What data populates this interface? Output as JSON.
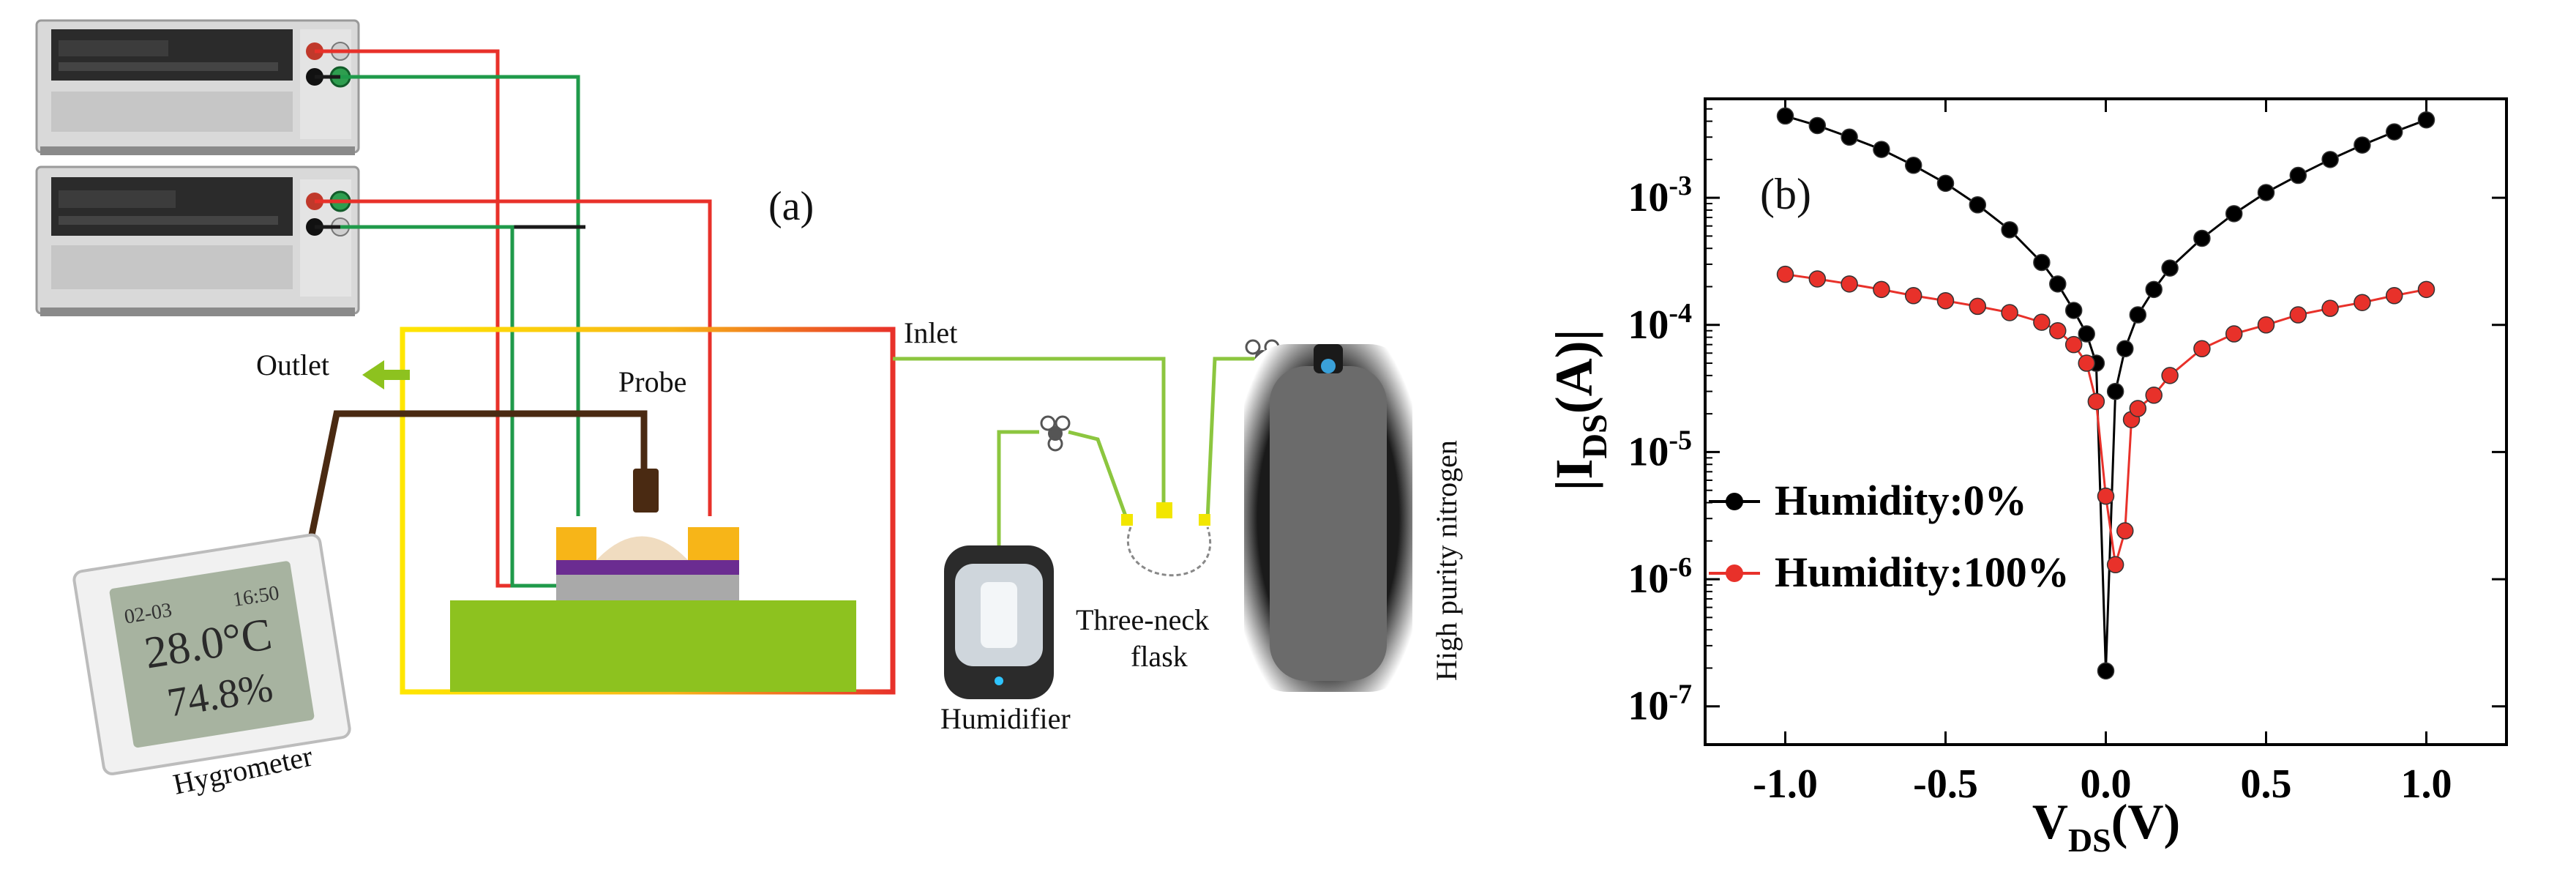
{
  "panel_a": {
    "label": "(a)",
    "labels": {
      "outlet": "Outlet",
      "inlet": "Inlet",
      "probe": "Probe",
      "hygrometer": "Hygrometer",
      "humidifier": "Humidifier",
      "flask_line1": "Three-neck",
      "flask_line2": "flask",
      "nitrogen": "High purity nitrogen"
    },
    "hygrometer_display": {
      "temperature": "28.0°C",
      "humidity": "74.8%",
      "date": "02-03",
      "time": "16:50"
    },
    "colors": {
      "wire_red": "#e8312a",
      "wire_green": "#1f9a4a",
      "wire_black": "#1a1a1a",
      "gas_line": "#8cc63f",
      "stage": "#8dc21f",
      "electrode": "#f7b518",
      "substrate_layer": "#6b2c91",
      "probe": "#4a2a12",
      "chamber_yellow": "#ffe600",
      "chamber_red": "#e8312a"
    }
  },
  "chart_data": {
    "type": "scatter",
    "panel_label": "(b)",
    "xlabel": "V_DS(V)",
    "ylabel": "|I_DS(A)|",
    "yscale": "log",
    "xlim": [
      -1.25,
      1.25
    ],
    "ylim": [
      5e-08,
      0.006
    ],
    "x_ticks": [
      "-1.0",
      "-0.5",
      "0.0",
      "0.5",
      "1.0"
    ],
    "y_ticks": [
      "10^-7",
      "10^-6",
      "10^-5",
      "10^-4",
      "10^-3"
    ],
    "legend_position": "center-left",
    "series": [
      {
        "name": "Humidity:0%",
        "color": "#000000",
        "points": [
          [
            -1.0,
            0.0044
          ],
          [
            -0.9,
            0.0037
          ],
          [
            -0.8,
            0.003
          ],
          [
            -0.7,
            0.0024
          ],
          [
            -0.6,
            0.0018
          ],
          [
            -0.5,
            0.0013
          ],
          [
            -0.4,
            0.00088
          ],
          [
            -0.3,
            0.00056
          ],
          [
            -0.2,
            0.00031
          ],
          [
            -0.15,
            0.00021
          ],
          [
            -0.1,
            0.00013
          ],
          [
            -0.06,
            8.5e-05
          ],
          [
            -0.03,
            5e-05
          ],
          [
            0.0,
            1.9e-07
          ],
          [
            0.03,
            3e-05
          ],
          [
            0.06,
            6.5e-05
          ],
          [
            0.1,
            0.00012
          ],
          [
            0.15,
            0.00019
          ],
          [
            0.2,
            0.00028
          ],
          [
            0.3,
            0.00048
          ],
          [
            0.4,
            0.00075
          ],
          [
            0.5,
            0.0011
          ],
          [
            0.6,
            0.0015
          ],
          [
            0.7,
            0.002
          ],
          [
            0.8,
            0.0026
          ],
          [
            0.9,
            0.0033
          ],
          [
            1.0,
            0.0041
          ]
        ]
      },
      {
        "name": "Humidity:100%",
        "color": "#e8312a",
        "points": [
          [
            -1.0,
            0.00025
          ],
          [
            -0.9,
            0.00023
          ],
          [
            -0.8,
            0.00021
          ],
          [
            -0.7,
            0.00019
          ],
          [
            -0.6,
            0.00017
          ],
          [
            -0.5,
            0.000155
          ],
          [
            -0.4,
            0.00014
          ],
          [
            -0.3,
            0.000125
          ],
          [
            -0.2,
            0.000105
          ],
          [
            -0.15,
            9e-05
          ],
          [
            -0.1,
            7e-05
          ],
          [
            -0.06,
            5e-05
          ],
          [
            -0.03,
            2.5e-05
          ],
          [
            0.0,
            4.5e-06
          ],
          [
            0.03,
            1.3e-06
          ],
          [
            0.06,
            2.4e-06
          ],
          [
            0.08,
            1.8e-05
          ],
          [
            0.1,
            2.2e-05
          ],
          [
            0.15,
            2.8e-05
          ],
          [
            0.2,
            4e-05
          ],
          [
            0.3,
            6.5e-05
          ],
          [
            0.4,
            8.5e-05
          ],
          [
            0.5,
            0.0001
          ],
          [
            0.6,
            0.00012
          ],
          [
            0.7,
            0.000135
          ],
          [
            0.8,
            0.00015
          ],
          [
            0.9,
            0.00017
          ],
          [
            1.0,
            0.00019
          ]
        ]
      }
    ]
  }
}
